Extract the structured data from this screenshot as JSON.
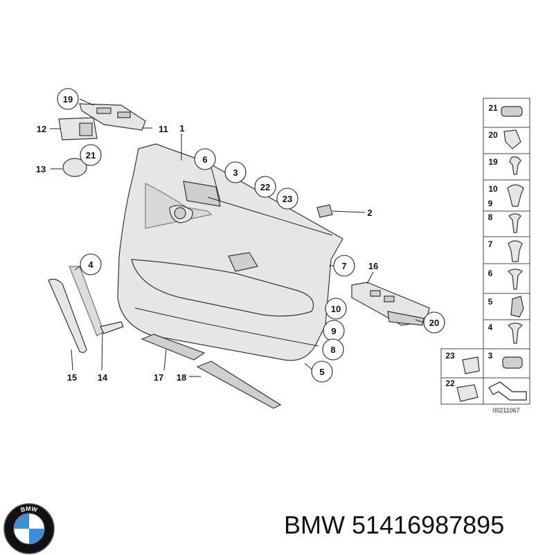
{
  "callouts": {
    "c1": "1",
    "c2": "2",
    "c3": "3",
    "c4": "4",
    "c5": "5",
    "c6": "6",
    "c7": "7",
    "c8": "8",
    "c9": "9",
    "c10": "10",
    "c11": "11",
    "c12": "12",
    "c13": "13",
    "c14": "14",
    "c15": "15",
    "c16": "16",
    "c17": "17",
    "c18": "18",
    "c19": "19",
    "c20": "20",
    "c21": "21",
    "c22": "22",
    "c23": "23"
  },
  "legend": {
    "rows": [
      "21",
      "20",
      "19",
      "10",
      "9",
      "8",
      "7",
      "6",
      "5",
      "4",
      "3"
    ],
    "bottom_left": [
      "23",
      "22"
    ]
  },
  "diagram_ref": "00211067",
  "brand": {
    "name": "BMW",
    "part_number": "51416987895"
  },
  "logo_letters": "BMW",
  "colors": {
    "logo_blue": "#3a8fd9",
    "logo_ring": "#111111"
  }
}
